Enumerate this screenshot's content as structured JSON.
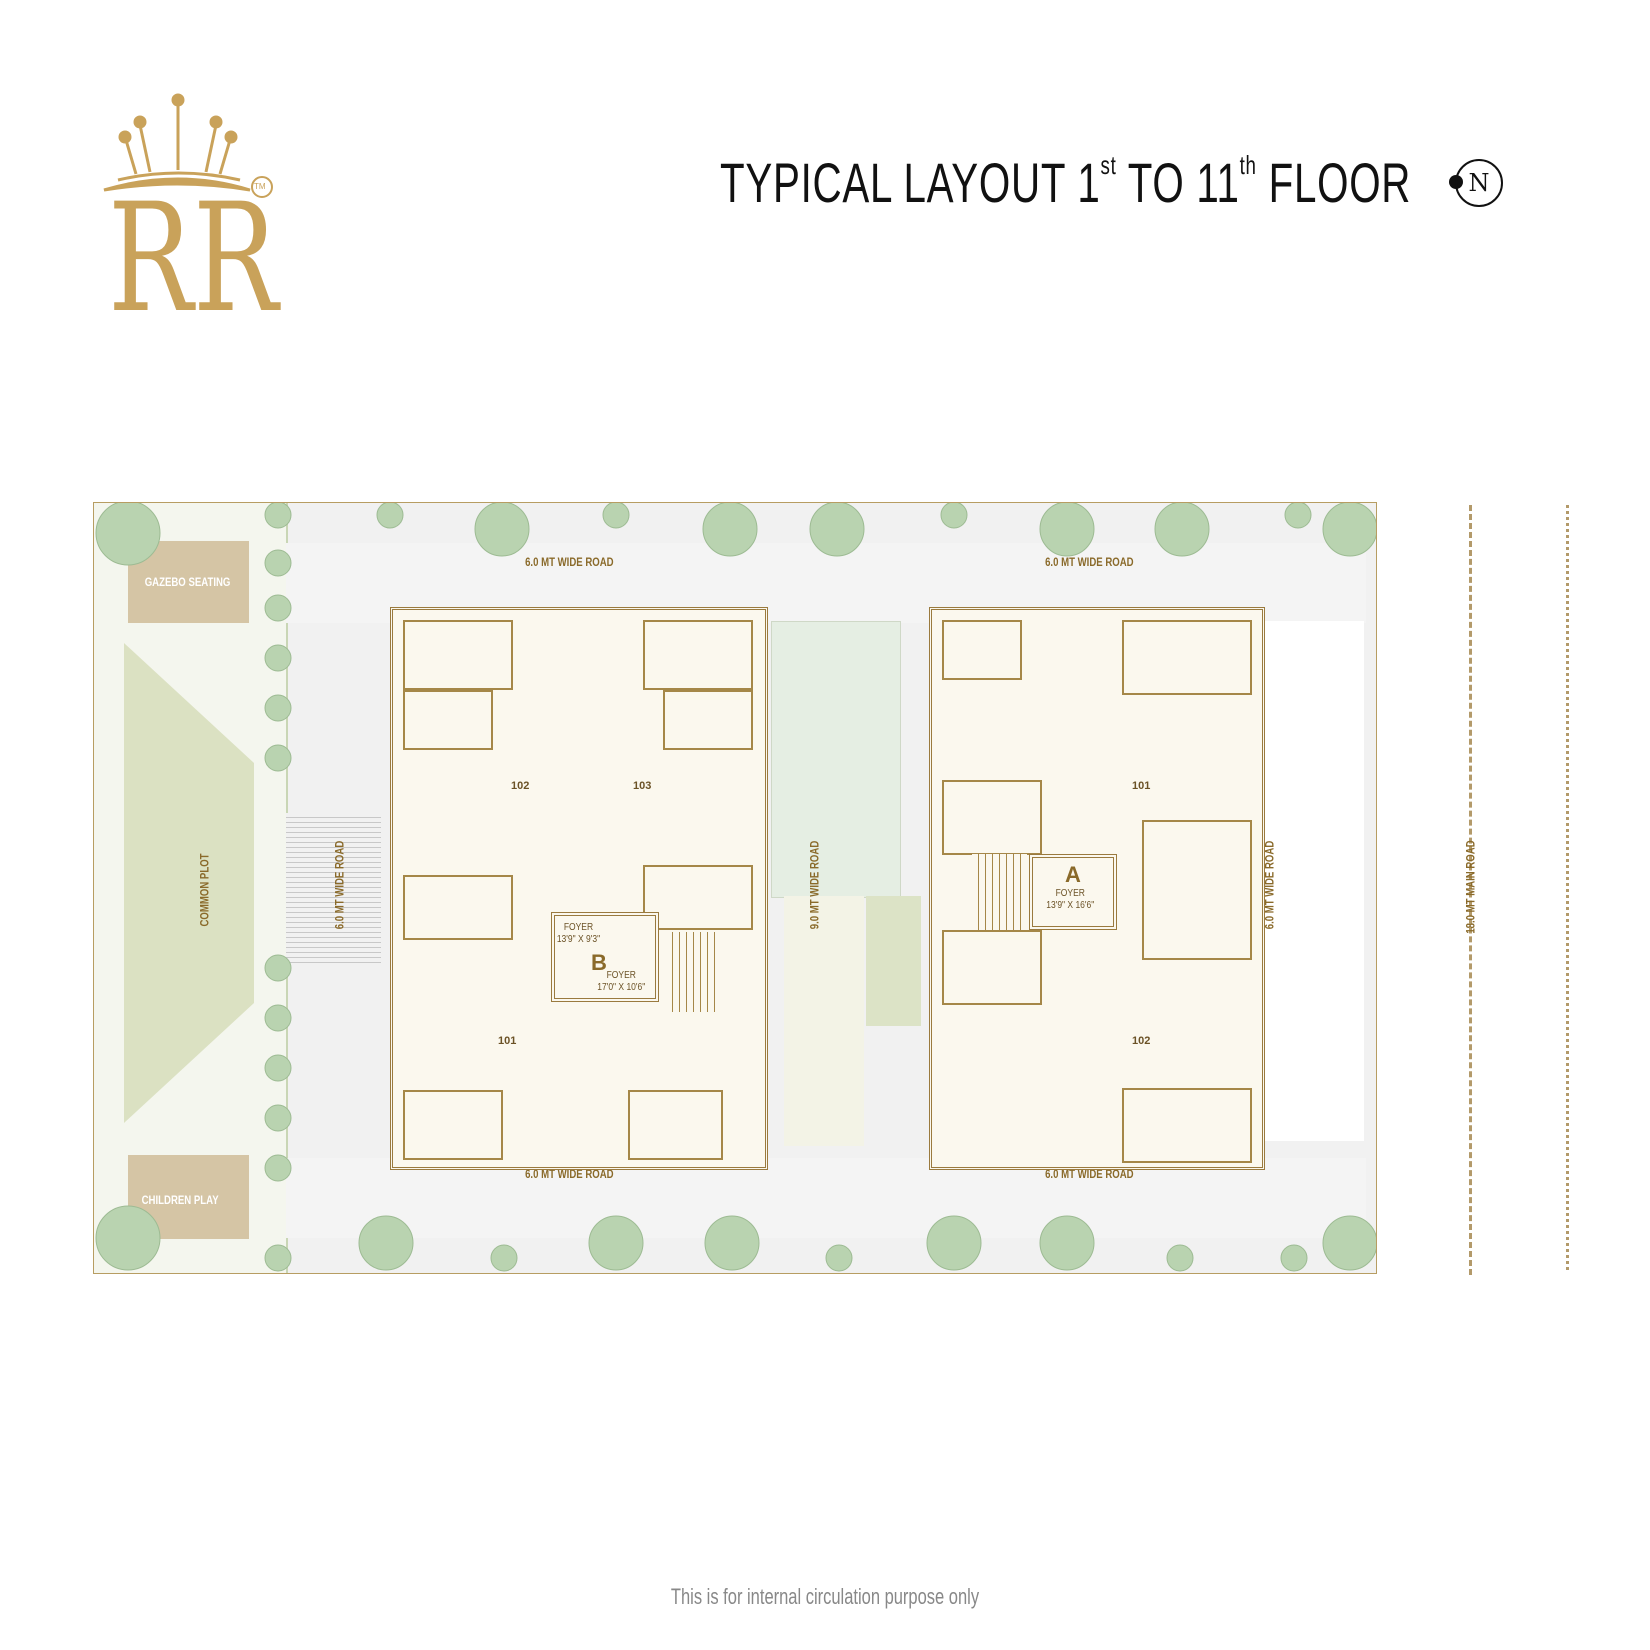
{
  "logo": {
    "text": "RR",
    "trademark": "TM",
    "color": "#C9A25A"
  },
  "title": {
    "main": "TYPICAL LAYOUT 1",
    "sup1": "st",
    "mid": " TO 11",
    "sup2": "th",
    "end": " FLOOR"
  },
  "compass": {
    "label": "N"
  },
  "site": {
    "roads": {
      "top_left": "6.0 MT WIDE ROAD",
      "top_right": "6.0 MT WIDE ROAD",
      "bottom_left": "6.0 MT WIDE ROAD",
      "bottom_right": "6.0 MT WIDE ROAD",
      "left_vertical": "6.0 MT WIDE ROAD",
      "center_vertical": "9.0 MT WIDE ROAD",
      "right_vertical": "6.0 MT WIDE ROAD",
      "main": "18.0 MT MAIN ROAD"
    },
    "amenities": {
      "gazebo": "GAZEBO SEATING",
      "common_plot": "COMMON PLOT",
      "children_play": "CHILDREN PLAY"
    },
    "tower_b": {
      "name": "B",
      "units": [
        "102",
        "103",
        "101"
      ],
      "foyer1_label": "FOYER",
      "foyer1_size": "13'9\" X 9'3\"",
      "foyer2_label": "FOYER",
      "foyer2_size": "17'0\" X 10'6\""
    },
    "tower_a": {
      "name": "A",
      "units": [
        "101",
        "102"
      ],
      "foyer_label": "FOYER",
      "foyer_size": "13'9\" X 16'6\""
    }
  },
  "colors": {
    "gold": "#C9A25A",
    "wall": "#9A7A3E",
    "green": "#DCE3C6",
    "tree": "#B9D3B0"
  },
  "footer": "This is for internal circulation purpose only"
}
